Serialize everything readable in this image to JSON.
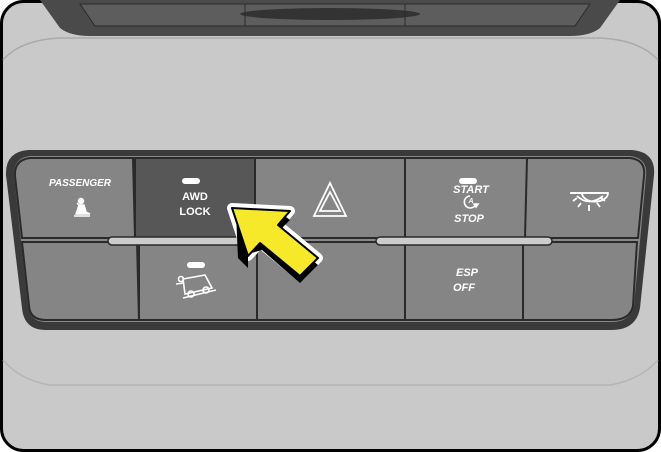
{
  "colors": {
    "background": "#c9c9c9",
    "panel": "#3a3a3a",
    "button": "#858585",
    "active_button": "#575757",
    "arrow": "#f5e92a",
    "text": "#ffffff"
  },
  "buttons": [
    {
      "id": "passenger-airbag",
      "label": "PASSENGER",
      "icon": "seatbelt-icon"
    },
    {
      "id": "awd-lock",
      "label_line1": "AWD",
      "label_line2": "LOCK",
      "indicator": true,
      "highlighted": true
    },
    {
      "id": "hazard",
      "icon": "hazard-triangle-icon"
    },
    {
      "id": "start-stop",
      "label_line1": "START",
      "label_line2": "STOP",
      "icon": "auto-start-stop-icon",
      "icon_text": "A",
      "indicator": true
    },
    {
      "id": "interior-light",
      "icon": "dome-light-icon"
    },
    {
      "id": "blank-left"
    },
    {
      "id": "hill-descent",
      "icon": "hill-descent-icon",
      "indicator": true
    },
    {
      "id": "blank-middle"
    },
    {
      "id": "esp-off",
      "label_line1": "ESP",
      "label_line2": "OFF"
    },
    {
      "id": "blank-right"
    }
  ],
  "callout": {
    "icon": "pointer-arrow-icon",
    "target": "awd-lock"
  }
}
